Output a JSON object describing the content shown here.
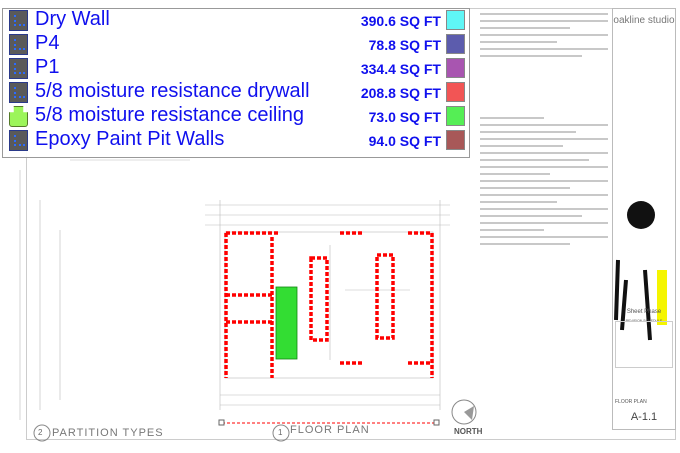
{
  "legend": {
    "items": [
      {
        "name": "Dry Wall",
        "quantity": "390.6 SQ FT",
        "color": "#5ff6f6",
        "icon": "linear-takeoff-icon"
      },
      {
        "name": "P4",
        "quantity": "78.8 SQ FT",
        "color": "#5c5cad",
        "icon": "linear-takeoff-icon"
      },
      {
        "name": "P1",
        "quantity": "334.4 SQ FT",
        "color": "#a855b0",
        "icon": "linear-takeoff-icon"
      },
      {
        "name": "5/8 moisture resistance drywall",
        "quantity": "208.8 SQ FT",
        "color": "#f25555",
        "icon": "linear-takeoff-icon"
      },
      {
        "name": "5/8 moisture resistance ceiling",
        "quantity": "73.0 SQ FT",
        "color": "#55ee55",
        "icon": "area-takeoff-icon"
      },
      {
        "name": "Epoxy Paint Pit Walls",
        "quantity": "94.0 SQ FT",
        "color": "#a85858",
        "icon": "linear-takeoff-icon"
      }
    ]
  },
  "drawing": {
    "partition_title": "PARTITION TYPES",
    "partition_number": "2",
    "plan_title": "FLOOR PLAN",
    "plan_number": "1",
    "north_label": "NORTH"
  },
  "title_block": {
    "logo": "oakline studio",
    "sheet_phase": "Sheet Phase",
    "revision_schedule": "REVISION SCHEDULE",
    "sheet_name": "FLOOR PLAN",
    "sheet_number": "A-1.1"
  },
  "colors": {
    "takeoff_line": "#ff0000",
    "ceiling_area": "#33dd33",
    "highlight": "#f5f500"
  }
}
